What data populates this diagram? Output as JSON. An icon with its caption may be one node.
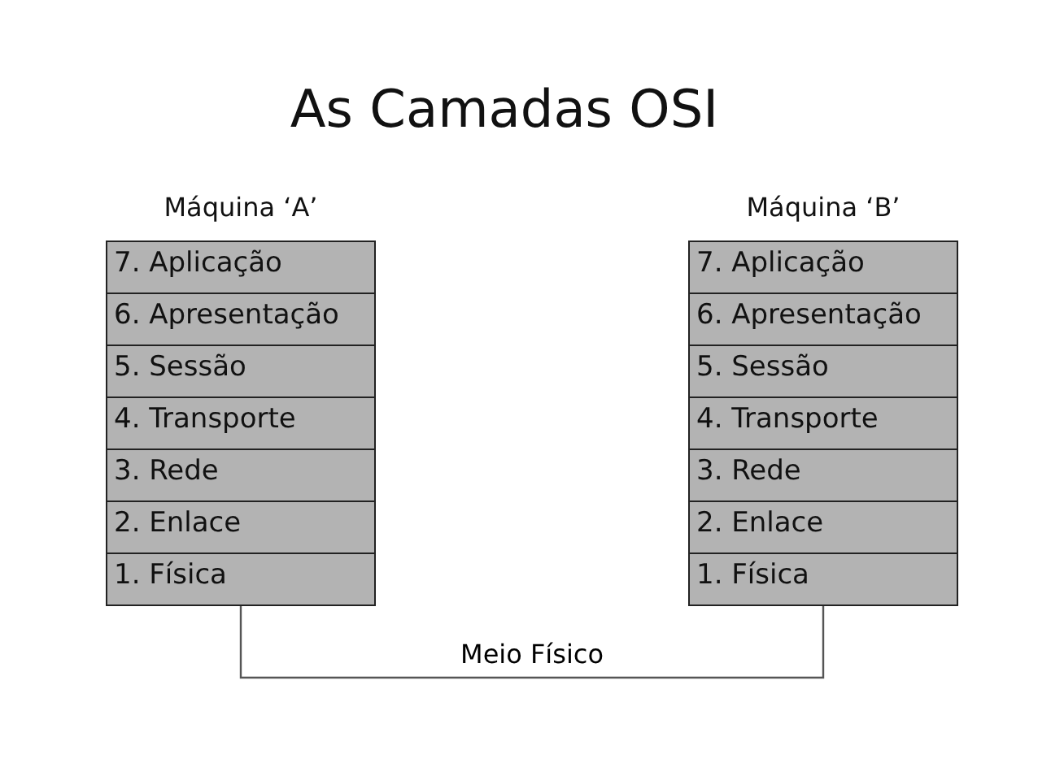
{
  "diagram": {
    "title": "As Camadas OSI",
    "nodes": [
      {
        "text": [
          "Máquina ‘A’"
        ]
      },
      {
        "text": [
          "7. Aplicação"
        ],
        "in": 0
      },
      {
        "text": [
          "6. Apresentação"
        ],
        "in": 0
      },
      {
        "text": [
          "5. Sessão"
        ],
        "in": 0
      },
      {
        "text": [
          "4. Transporte"
        ],
        "in": 0
      },
      {
        "text": [
          "3. Rede"
        ],
        "in": 0
      },
      {
        "text": [
          "2. Enlace"
        ],
        "in": 0
      },
      {
        "text": [
          "1. Física"
        ],
        "in": 0
      },
      {
        "text": [
          "Máquina ‘B’"
        ]
      },
      {
        "text": [
          "7. Aplicação"
        ],
        "in": 8
      },
      {
        "text": [
          "6. Apresentação"
        ],
        "in": 8
      },
      {
        "text": [
          "5. Sessão"
        ],
        "in": 8
      },
      {
        "text": [
          "4. Transporte"
        ],
        "in": 8
      },
      {
        "text": [
          "3. Rede"
        ],
        "in": 8
      },
      {
        "text": [
          "2. Enlace"
        ],
        "in": 8
      },
      {
        "text": [
          "1. Física"
        ],
        "in": 8
      }
    ],
    "edges": [
      {
        "from": 7,
        "to": 15,
        "arrow": "none",
        "label": "Meio Físico"
      }
    ]
  }
}
